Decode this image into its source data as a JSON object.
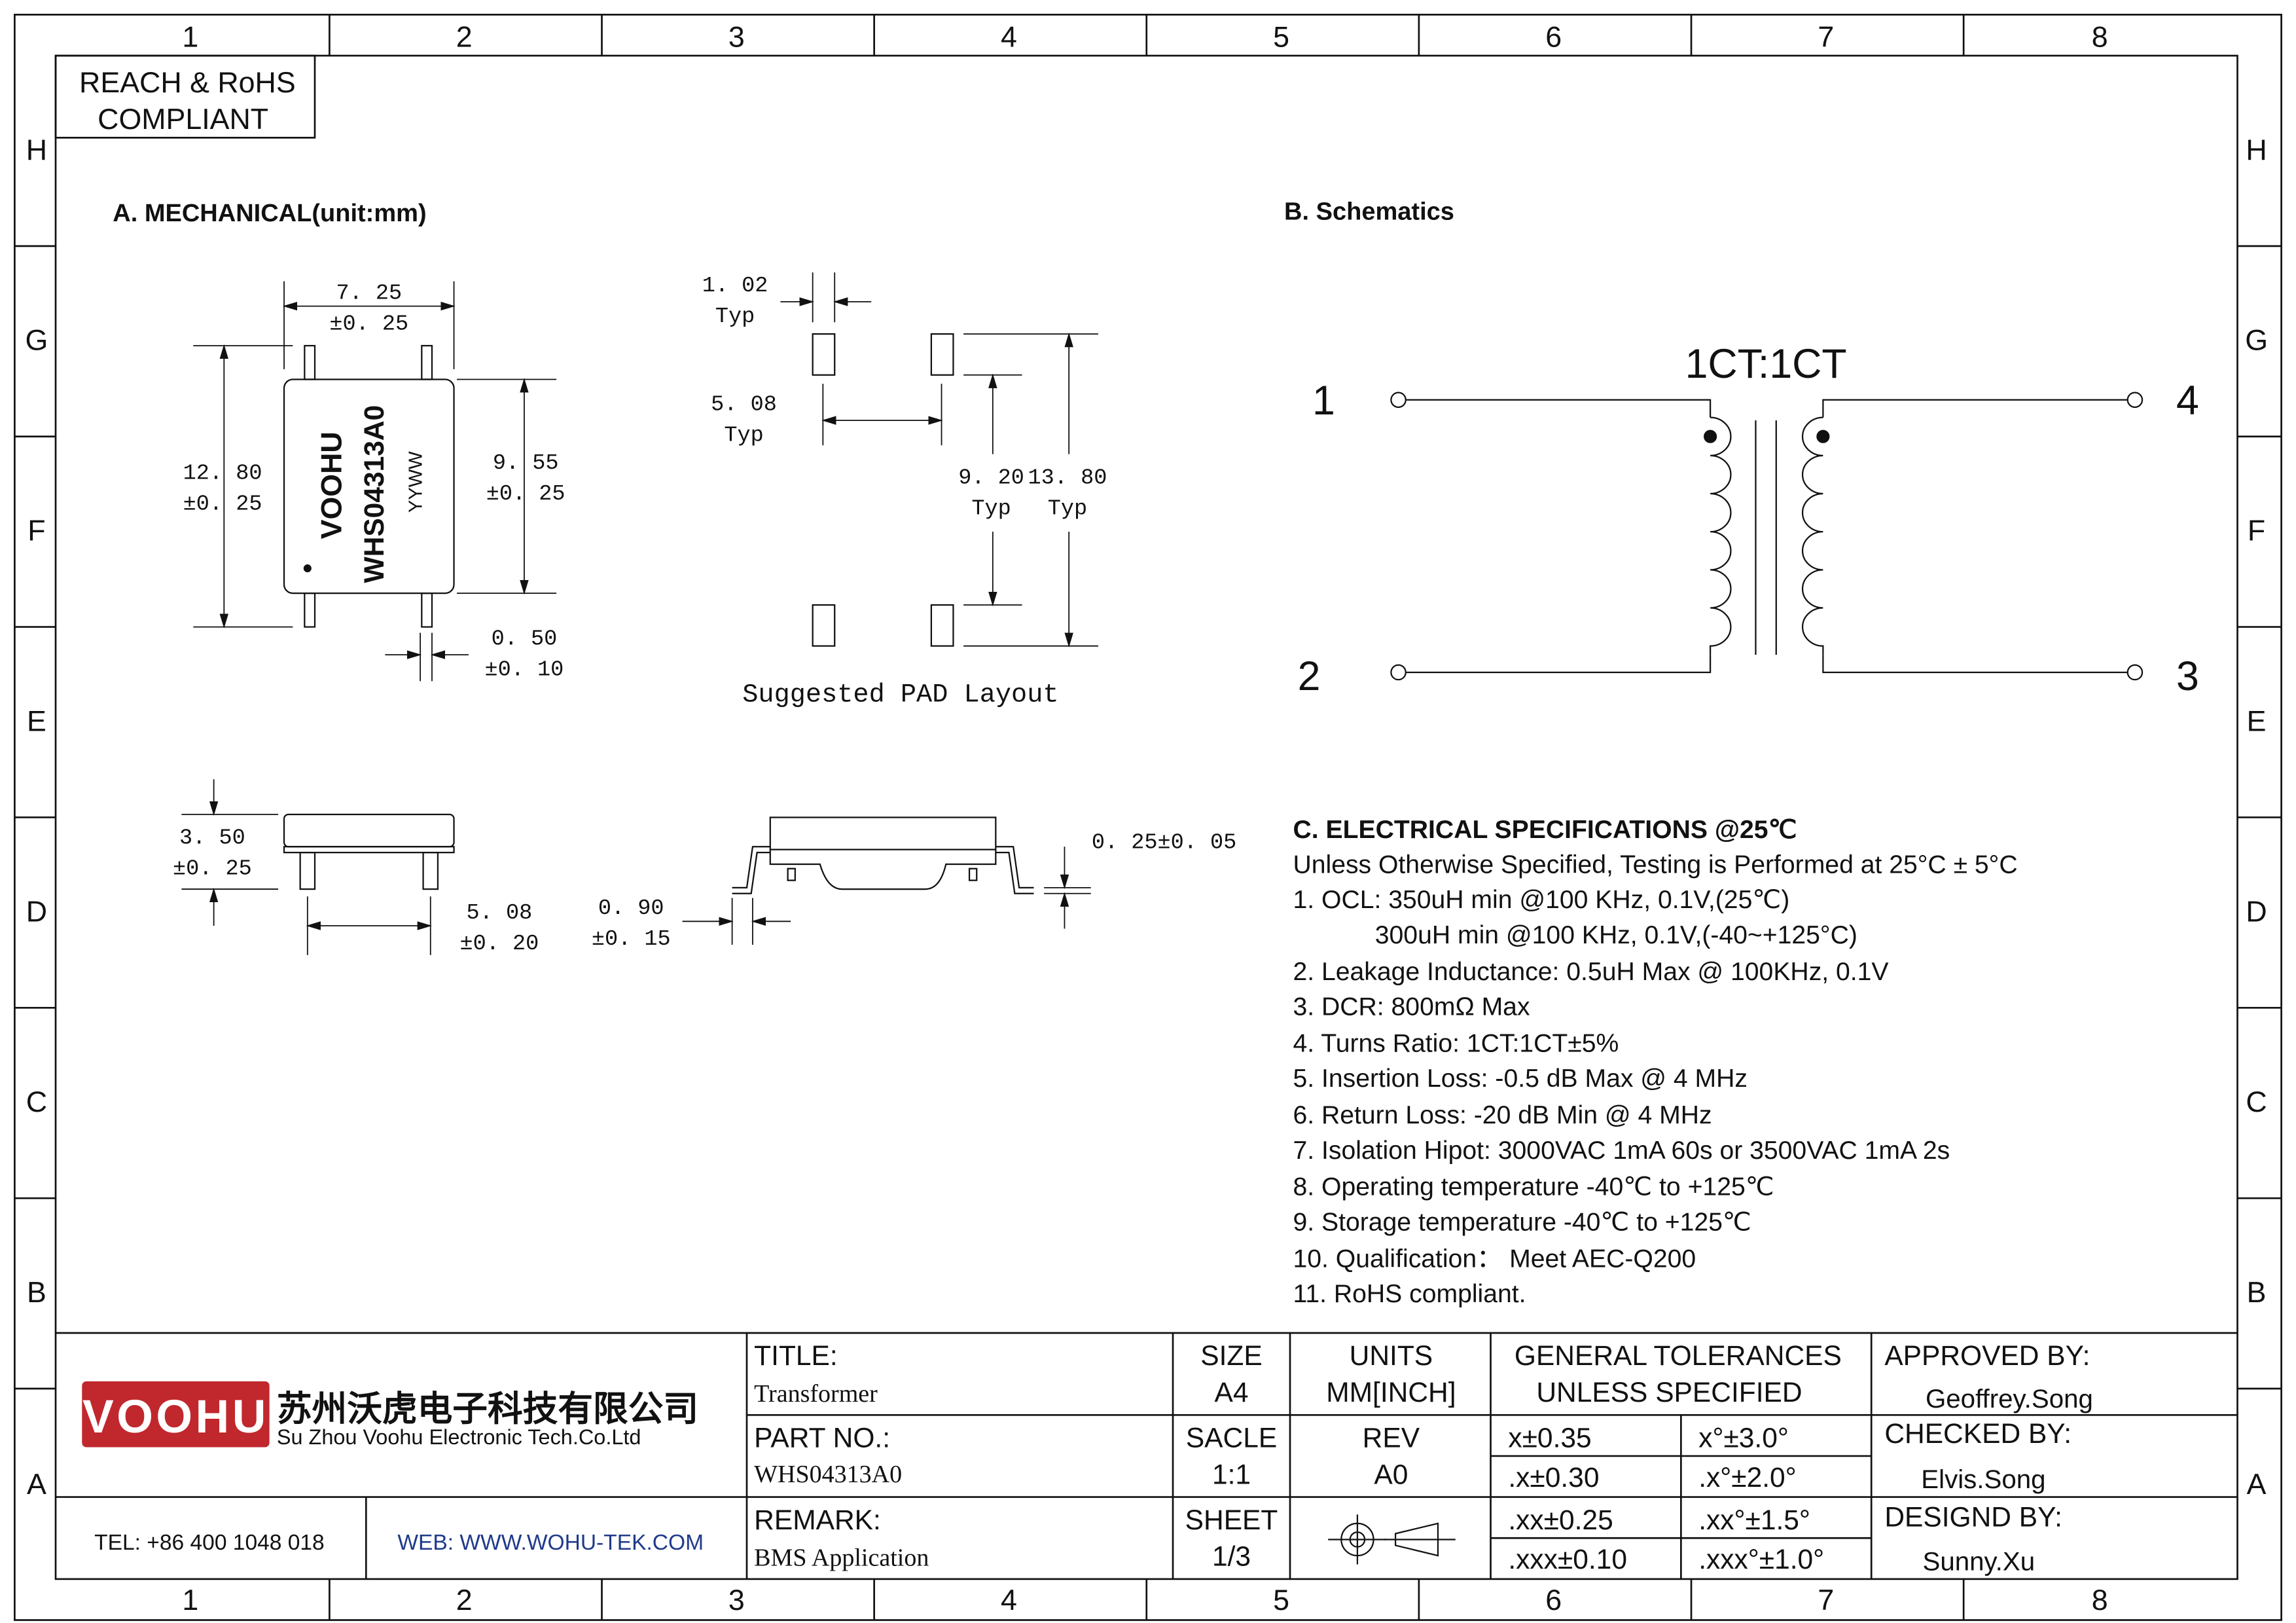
{
  "frame": {
    "columns": [
      "1",
      "2",
      "3",
      "4",
      "5",
      "6",
      "7",
      "8"
    ],
    "rows": [
      "H",
      "G",
      "F",
      "E",
      "D",
      "C",
      "B",
      "A"
    ]
  },
  "compliance": {
    "line1": "REACH & RoHS",
    "line2": "COMPLIANT"
  },
  "mechanical": {
    "heading": "A. MECHANICAL(unit:mm)",
    "body_marking": {
      "brand": "VOOHU",
      "part": "WHS04313A0",
      "date_code": "YYWW"
    },
    "dims": {
      "width_value": "7. 25",
      "width_tol": "±0. 25",
      "length_value": "12. 80",
      "length_tol": "±0. 25",
      "body_value": "9. 55",
      "body_tol": "±0. 25",
      "pin_value": "0. 50",
      "pin_tol": "±0. 10",
      "height_value": "3. 50",
      "height_tol": "±0. 25",
      "pitch_value": "5. 08",
      "pitch_tol": "±0. 20",
      "foot_value": "0. 90",
      "foot_tol": "±0. 15",
      "lead_thickness": "0. 25±0. 05"
    },
    "pad": {
      "pad_width": "1. 02",
      "pad_width_typ": "Typ",
      "pad_pitch": "5. 08",
      "pad_pitch_typ": "Typ",
      "inner_span": "9. 20",
      "inner_span_typ": "Typ",
      "outer_span": "13. 80",
      "outer_span_typ": "Typ",
      "caption": "Suggested PAD Layout"
    }
  },
  "schematic": {
    "heading": "B. Schematics",
    "ratio_label": "1CT:1CT",
    "pins": {
      "p1": "1",
      "p2": "2",
      "p3": "3",
      "p4": "4"
    }
  },
  "electrical": {
    "heading": "C. ELECTRICAL SPECIFICATIONS @25℃",
    "intro": "Unless Otherwise Specified, Testing is Performed at 25°C ± 5°C",
    "specs": [
      "1. OCL: 350uH min @100 KHz, 0.1V,(25℃)",
      "300uH min @100 KHz, 0.1V,(-40~+125°C)",
      "2. Leakage Inductance: 0.5uH Max @ 100KHz, 0.1V",
      "3. DCR: 800mΩ Max",
      "4. Turns Ratio: 1CT:1CT±5%",
      "5. Insertion Loss: -0.5 dB Max @ 4 MHz",
      "6. Return Loss: -20 dB Min @ 4 MHz",
      "7. Isolation Hipot: 3000VAC 1mA 60s or 3500VAC 1mA 2s",
      "8. Operating temperature -40℃ to +125℃",
      "9. Storage temperature -40℃ to +125℃",
      "10. Qualification： Meet AEC-Q200",
      "11. RoHS compliant."
    ]
  },
  "title_block": {
    "logo_text": "VOOHU",
    "company_cn": "苏州沃虎电子科技有限公司",
    "company_en": "Su Zhou Voohu Electronic Tech.Co.Ltd",
    "tel": "TEL: +86 400 1048 018",
    "web": "WEB: WWW.WOHU-TEK.COM",
    "title_label": "TITLE:",
    "title_value": "Transformer",
    "part_label": "PART NO.:",
    "part_value": "WHS04313A0",
    "remark_label": "REMARK:",
    "remark_value": "BMS Application",
    "size_label": "SIZE",
    "size_value": "A4",
    "units_label": "UNITS",
    "units_value": "MM[INCH]",
    "scale_label": "SACLE",
    "scale_value": "1:1",
    "rev_label": "REV",
    "rev_value": "A0",
    "sheet_label": "SHEET",
    "sheet_value": "1/3",
    "tol_heading_1": "GENERAL TOLERANCES",
    "tol_heading_2": "UNLESS SPECIFIED",
    "tolerances": [
      {
        "linear": "x±0.35",
        "angular": "x°±3.0°"
      },
      {
        "linear": ".x±0.30",
        "angular": ".x°±2.0°"
      },
      {
        "linear": ".xx±0.25",
        "angular": ".xx°±1.5°"
      },
      {
        "linear": ".xxx±0.10",
        "angular": ".xxx°±1.0°"
      }
    ],
    "approved_label": "APPROVED BY:",
    "approved_value": "Geoffrey.Song",
    "checked_label": "CHECKED BY:",
    "checked_value": "Elvis.Song",
    "designed_label": "DESIGND BY:",
    "designed_value": "Sunny.Xu"
  },
  "colors": {
    "brand_red": "#c0282d",
    "web_blue": "#1f3a8a",
    "line": "#111111"
  }
}
